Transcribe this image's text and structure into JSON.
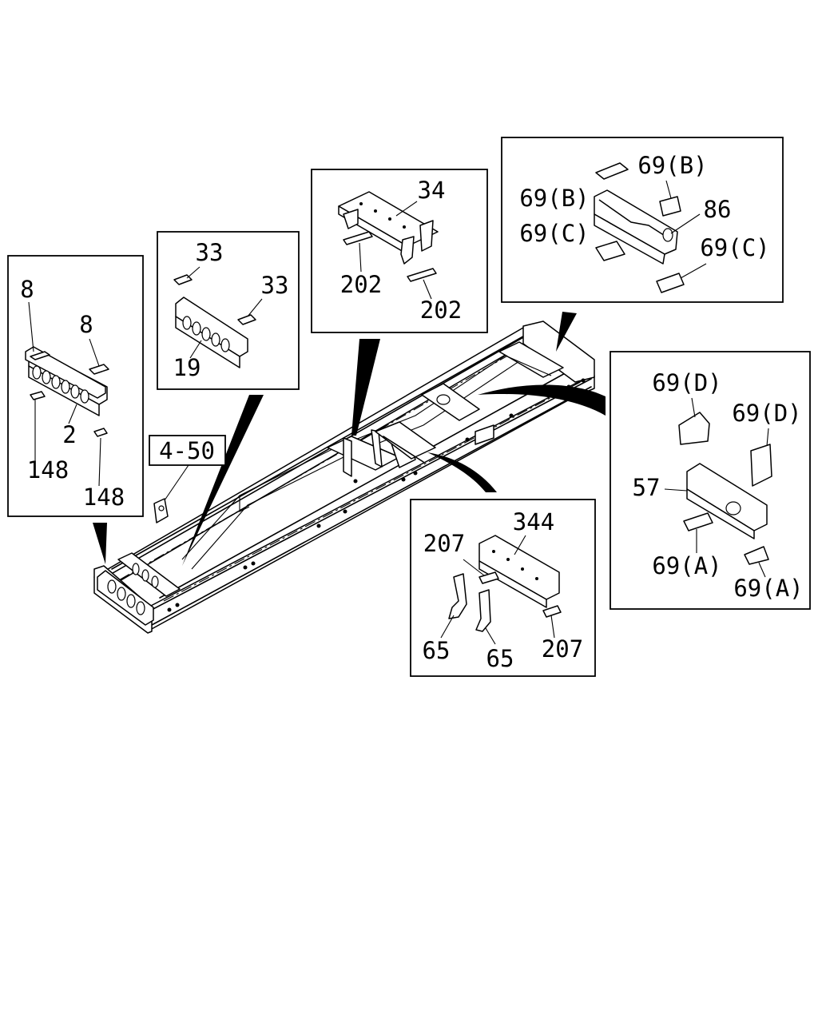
{
  "reference_label": "4-50",
  "callouts": {
    "front_crossmember": {
      "part": "2",
      "bolt_plates": [
        "8",
        "8"
      ],
      "shims": [
        "148",
        "148"
      ]
    },
    "second_crossmember": {
      "part": "19",
      "plates": [
        "33",
        "33"
      ]
    },
    "middle_crossmember": {
      "part": "34",
      "plates": [
        "202",
        "202"
      ]
    },
    "rear_crossmember": {
      "part": "86",
      "gussets": [
        "69(B)",
        "69(B)",
        "69(C)",
        "69(C)"
      ]
    },
    "fourth_crossmember": {
      "part": "57",
      "brackets": [
        "69(D)",
        "69(D)"
      ],
      "gussets": [
        "69(A)",
        "69(A)"
      ]
    },
    "third_crossmember": {
      "part": "344",
      "plates": [
        "207",
        "207"
      ],
      "brackets": [
        "65",
        "65"
      ]
    }
  },
  "colors": {
    "line": "#000000",
    "background": "#ffffff"
  }
}
